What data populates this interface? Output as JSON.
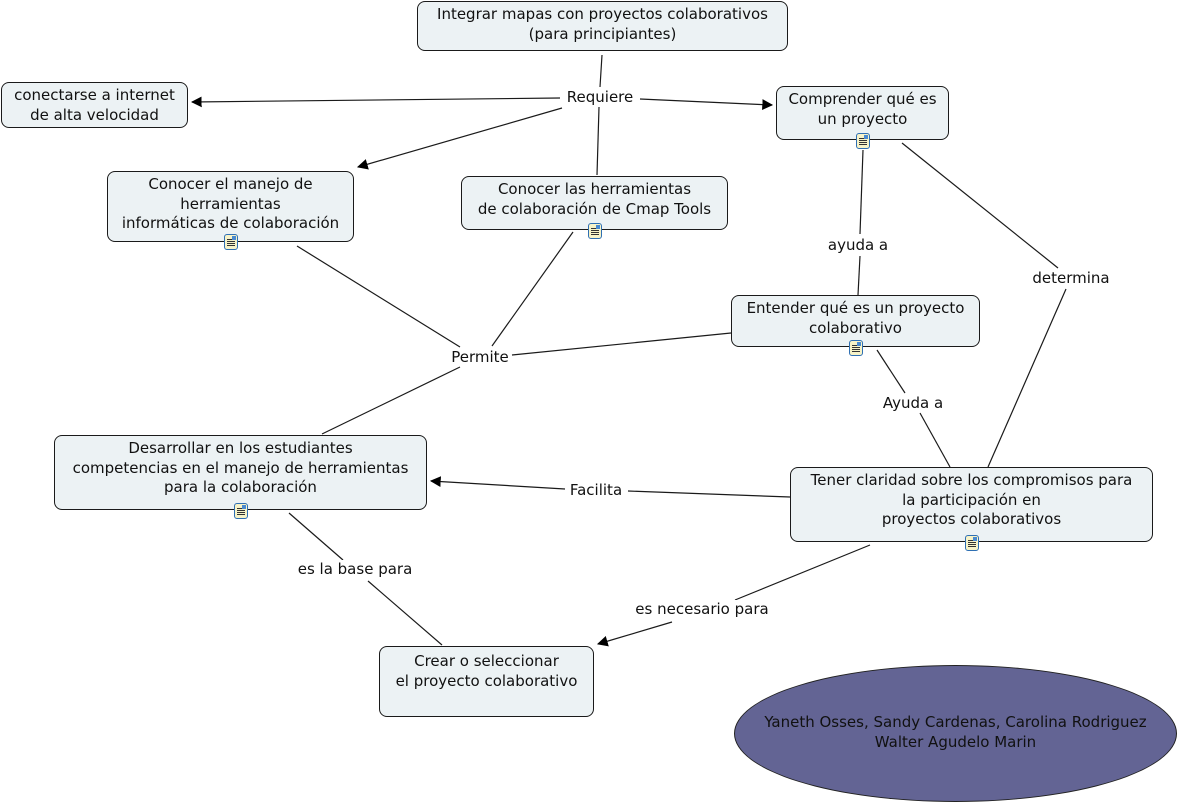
{
  "map": {
    "concepts": {
      "root": "Integrar mapas con proyectos colaborativos\n(para principiantes)",
      "internet": "conectarse a internet\nde alta velocidad",
      "comprender": "Comprender qué es\nun proyecto",
      "conocer_manejo": "Conocer el manejo de\nherramientas\ninformáticas de colaboración",
      "conocer_cmap": "Conocer las herramientas\nde colaboración de Cmap Tools",
      "entender": "Entender qué es un proyecto\ncolaborativo",
      "desarrollar": "Desarrollar en los estudiantes\ncompetencias en el manejo de herramientas\npara la colaboración",
      "tener_claridad": "Tener claridad sobre los compromisos para\nla participación en\nproyectos colaborativos",
      "crear": "Crear o seleccionar\nel proyecto colaborativo"
    },
    "linking_phrases": {
      "requiere": "Requiere",
      "permite": "Permite",
      "ayuda_a": "ayuda a",
      "determina": "determina",
      "ayuda_a_2": "Ayuda a",
      "facilita": "Facilita",
      "es_base": "es la base para",
      "es_necesario": "es necesario para"
    },
    "authors": "Yaneth Osses, Sandy Cardenas, Carolina Rodriguez\nWalter Agudelo Marin",
    "resource_icon": "document-resource-icon",
    "colors": {
      "concept_fill": "#ecf2f4",
      "concept_border": "#1a1a1a",
      "authors_fill": "#636494",
      "line": "#1a1a1a"
    }
  }
}
